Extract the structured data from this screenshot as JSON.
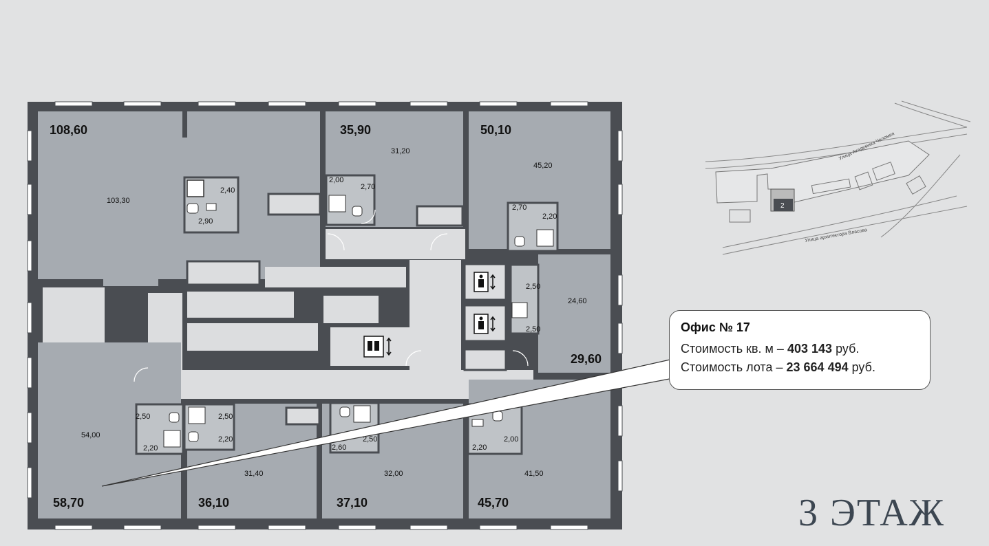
{
  "floor": {
    "title": "3 ЭТАЖ"
  },
  "tooltip": {
    "title": "Офис № 17",
    "price_per_m_label": "Стоимость кв. м –",
    "price_per_m_value": "403 143",
    "currency": "руб.",
    "lot_price_label": "Стоимость лота –",
    "lot_price_value": "23 664 494"
  },
  "units": [
    {
      "id": "u1",
      "total": "108,60",
      "rooms": [
        "103,30",
        "2,40",
        "2,90"
      ]
    },
    {
      "id": "u2",
      "total": "35,90",
      "rooms": [
        "31,20",
        "2,00",
        "2,70"
      ]
    },
    {
      "id": "u3",
      "total": "50,10",
      "rooms": [
        "45,20",
        "2,70",
        "2,20"
      ]
    },
    {
      "id": "u4",
      "total": "29,60",
      "rooms": [
        "24,60",
        "2,50",
        "2,50"
      ]
    },
    {
      "id": "u5",
      "total": "58,70",
      "rooms": [
        "54,00",
        "2,50",
        "2,20"
      ]
    },
    {
      "id": "u6",
      "total": "36,10",
      "rooms": [
        "31,40",
        "2,50",
        "2,20"
      ]
    },
    {
      "id": "u7",
      "total": "37,10",
      "rooms": [
        "32,00",
        "2,60",
        "2,50"
      ]
    },
    {
      "id": "u8",
      "total": "45,70",
      "rooms": [
        "41,50",
        "2,20",
        "2,00"
      ]
    }
  ],
  "minimap": {
    "street_1": "Улица Академика Челомея",
    "street_2": "Улица архитектора Власова",
    "building_number": "2"
  },
  "colors": {
    "background": "#e1e2e3",
    "wall": "#4a4d52",
    "room": "#a6abb1",
    "corridor": "#dcdddf",
    "tooltip_border": "#555555"
  },
  "icons": [
    "elevator-icon",
    "lift-icon",
    "stair-icon",
    "door-swing-icon",
    "shower-icon",
    "toilet-icon",
    "sink-icon"
  ]
}
